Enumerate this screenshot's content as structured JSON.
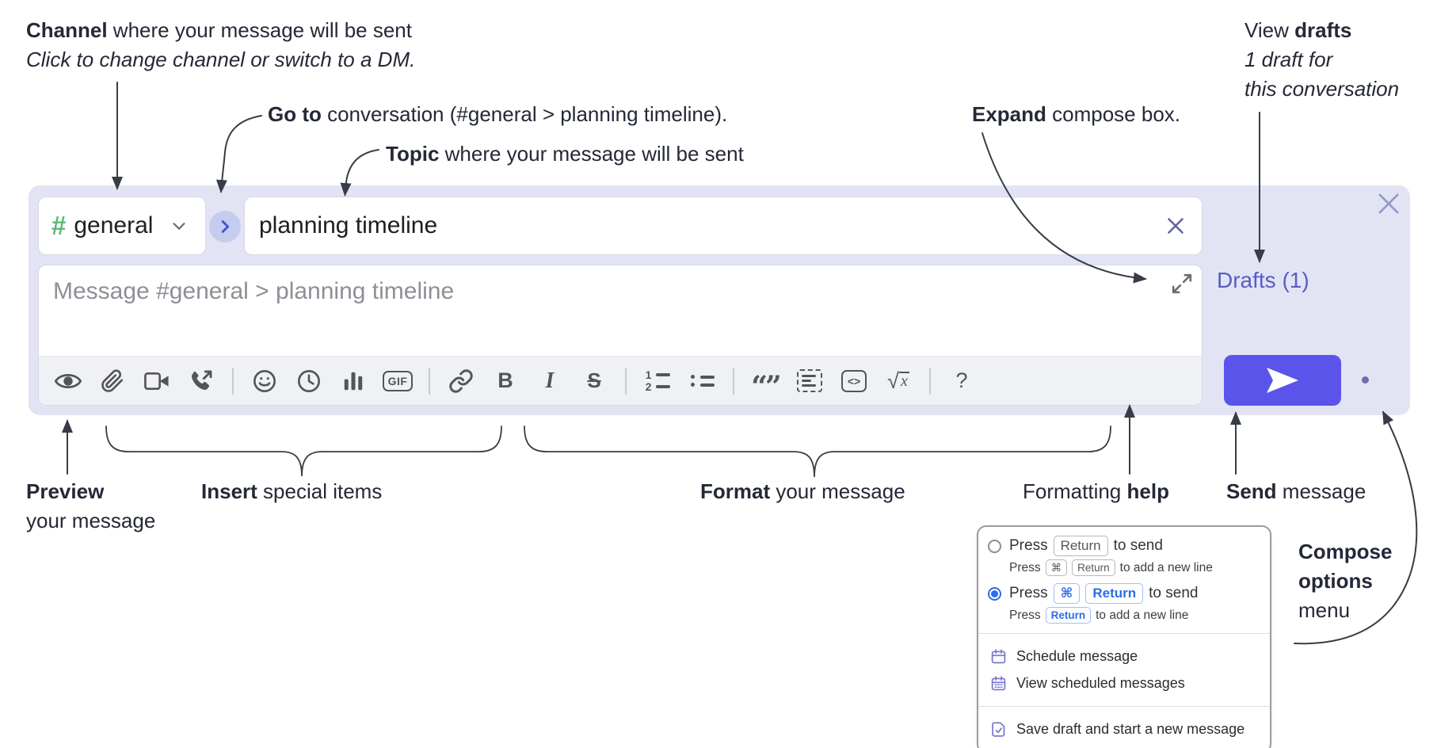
{
  "annotations": {
    "channel": {
      "bold": "Channel",
      "rest": " where your message will be sent",
      "sub": "Click to change channel or switch to a DM."
    },
    "goto": {
      "bold": "Go to",
      "rest": " conversation (#general > planning timeline)."
    },
    "topic": {
      "bold": "Topic",
      "rest": " where your message will be sent"
    },
    "expand": {
      "bold": "Expand",
      "rest": " compose box."
    },
    "drafts": {
      "pre": "View ",
      "bold": "drafts",
      "line2": "1 draft for",
      "line3": "this conversation"
    },
    "preview": {
      "bold": "Preview",
      "line2": "your message"
    },
    "insert": {
      "bold": "Insert",
      "rest": " special items"
    },
    "format": {
      "bold": "Format",
      "rest": " your message"
    },
    "help": {
      "pre": "Formatting ",
      "bold": "help"
    },
    "send": {
      "bold": "Send",
      "rest": " message"
    },
    "compose_options": {
      "line1": "Compose",
      "line2": "options",
      "line3": "menu"
    }
  },
  "composer": {
    "channel": {
      "prefix": "#",
      "name": "general"
    },
    "topic_value": "planning timeline",
    "message_placeholder": "Message #general > planning timeline",
    "drafts_link": "Drafts (1)",
    "toolbar_items": [
      "preview",
      "attach-file",
      "record-video",
      "record-audio",
      "emoji",
      "history",
      "bar-chart",
      "gif",
      "link",
      "bold",
      "italic",
      "strikethrough",
      "ordered-list",
      "bulleted-list",
      "blockquote",
      "code-block",
      "code",
      "formula",
      "help"
    ],
    "toolbar_glyphs": {
      "bold": "B",
      "italic": "I",
      "strikethrough": "S",
      "gif": "GIF",
      "code": "<>",
      "quote": "“”",
      "ol1": "1",
      "ol2": "2",
      "formula_sign": "√",
      "formula_var": "x",
      "help": "?"
    }
  },
  "menu": {
    "options": [
      {
        "selected": false,
        "main_pre": "Press",
        "main_key1": "Return",
        "main_post": "to send",
        "sub_pre": "Press",
        "sub_key1": "⌘",
        "sub_key2": "Return",
        "sub_post": "to add a new line"
      },
      {
        "selected": true,
        "main_pre": "Press",
        "main_key1": "⌘",
        "main_key2": "Return",
        "main_post": "to send",
        "sub_pre": "Press",
        "sub_key1": "Return",
        "sub_post": "to add a new line"
      }
    ],
    "items": [
      "Schedule message",
      "View scheduled messages",
      "Save draft and start a new message"
    ]
  },
  "colors": {
    "composer_bg": "#e2e4f3",
    "send_button": "#5b54ea",
    "drafts_link": "#585cc4",
    "hash_green": "#5cb874",
    "accent_blue": "#2e6de5",
    "menu_icon_purple": "#7a79cf",
    "toolbar_icon": "#54555b",
    "annotation_text": "#242837"
  }
}
